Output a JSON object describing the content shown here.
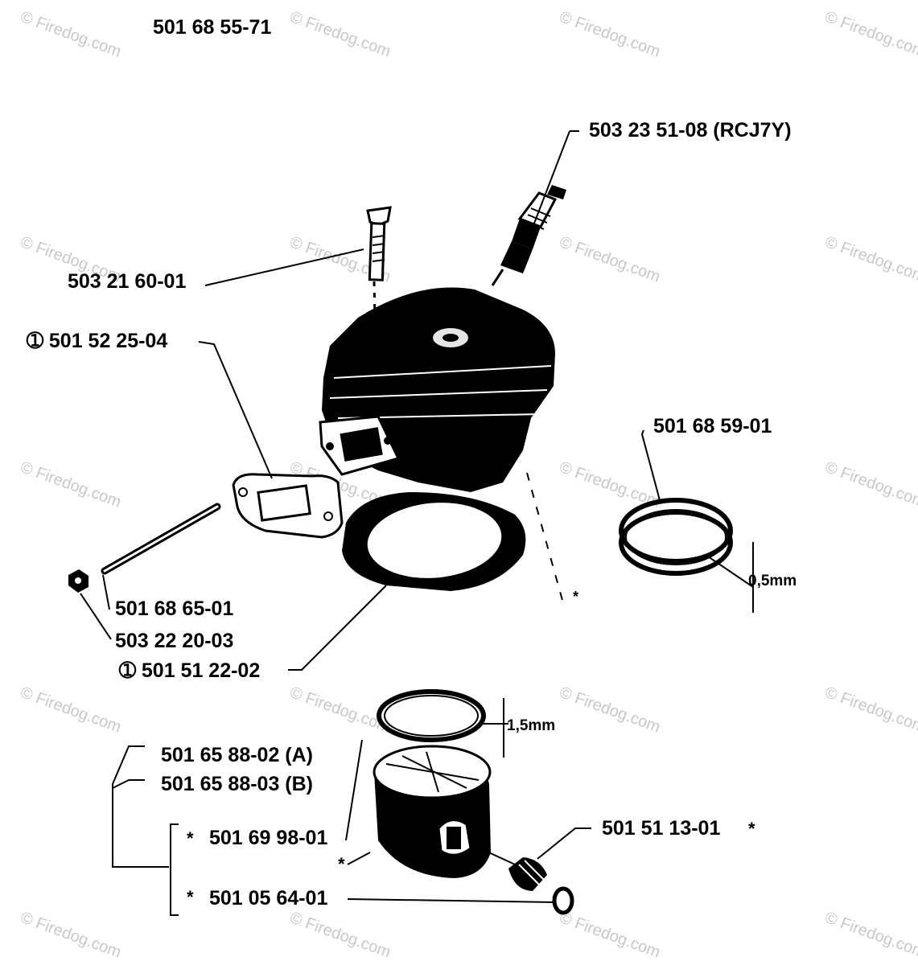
{
  "diagram": {
    "title": "501 68 55-71",
    "watermark": "© Firedog.com",
    "labels": {
      "spark_plug": "503 23 51-08 (RCJ7Y)",
      "screw_top": "503 21 60-01",
      "gasket_exhaust": "➀ 501 52 25-04",
      "ring_part": "501 68 59-01",
      "ring_thickness": "0,5mm",
      "stud": "501 68 65-01",
      "nut": "503 22 20-03",
      "gasket_base": "➀ 501 51 22-02",
      "ring_thickness_piston": "1,5mm",
      "piston_a": "501 65 88-02 (A)",
      "piston_b": "501 65 88-03 (B)",
      "piston_ring": "501 69 98-01",
      "circlip": "501 05 64-01",
      "piston_pin": "501 51 13-01",
      "asterisk": "*"
    }
  }
}
